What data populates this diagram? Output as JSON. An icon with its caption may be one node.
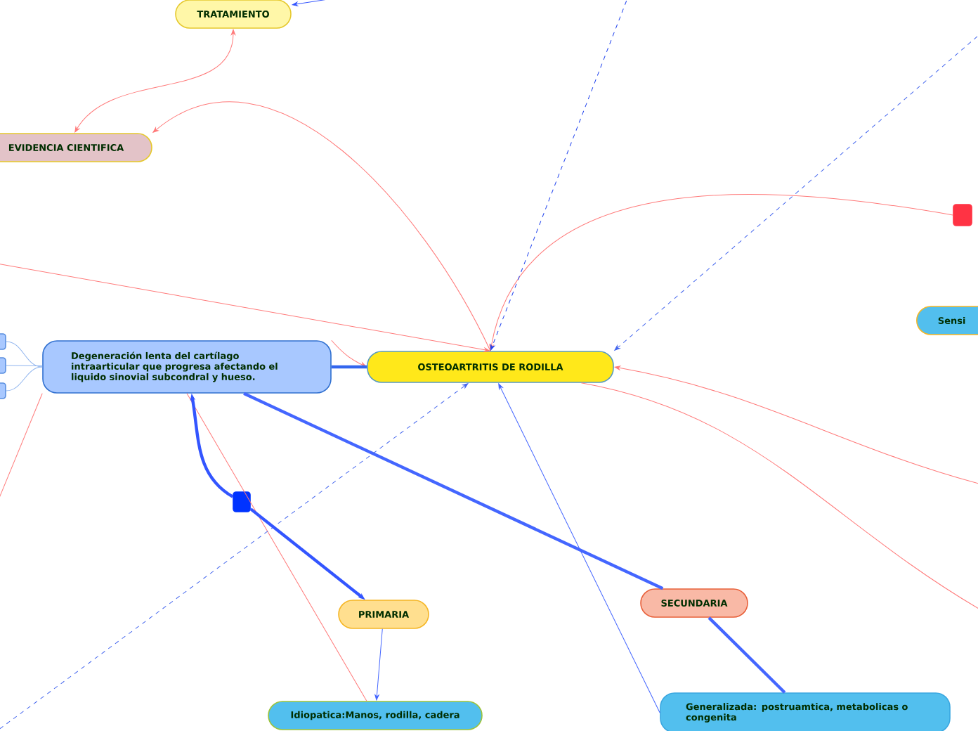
{
  "diagram": {
    "nodes": [
      {
        "text": [
          "OSTEOARTRITIS DE RODILLA"
        ]
      },
      {
        "text": [
          "TRATAMIENTO"
        ]
      },
      {
        "text": [
          "EVIDENCIA CIENTIFICA"
        ]
      },
      {
        "text": [
          "Degeneración lenta del cartílago intraarticular que progresa afectando el liquido sinovial subcondral y hueso."
        ]
      },
      {
        "text": [
          "PRIMARIA"
        ]
      },
      {
        "text": [
          "SECUNDARIA"
        ]
      },
      {
        "text": [
          "Idiopatica:Manos, rodilla, cadera"
        ]
      },
      {
        "text": [
          "Generalizada: postruamtica, metabolicas o congenita"
        ]
      },
      {
        "text": [
          "Sensi"
        ]
      },
      {
        "text": [],
        "shape": "box"
      },
      {
        "text": [],
        "shape": "box"
      },
      {
        "text": [],
        "shape": "box"
      },
      {
        "text": [],
        "shape": "box"
      },
      {
        "text": [],
        "shape": "box"
      }
    ],
    "edges": [
      {
        "from": null,
        "to": 1,
        "arrow": "to",
        "color": "#3355ff"
      },
      {
        "from": 1,
        "to": 2,
        "arrow": "both",
        "color": "#ff7a7a"
      },
      {
        "from": 0,
        "to": 2,
        "arrow": "to",
        "color": "#ff7a7a"
      },
      {
        "from": null,
        "to": 0,
        "arrow": "to",
        "color": "#ff7a7a"
      },
      {
        "from": 13,
        "to": 0,
        "arrow": "to",
        "color": "#ff7a7a"
      },
      {
        "from": null,
        "to": 0,
        "arrow": "to",
        "style": "dashed",
        "color": "#2244ee"
      },
      {
        "from": null,
        "to": 0,
        "arrow": "to",
        "style": "dashed",
        "color": "#4466ee"
      },
      {
        "from": null,
        "to": 0,
        "arrow": "to",
        "color": "#ff7a7a"
      },
      {
        "from": 0,
        "to": null,
        "arrow": "none",
        "color": "#ff7a7a"
      },
      {
        "from": 3,
        "to": 0,
        "arrow": "to",
        "color": "#ff7a7a"
      },
      {
        "from": 3,
        "to": 0,
        "arrow": "none",
        "style": "thick",
        "color": "#3366ee"
      },
      {
        "from": 3,
        "to": null,
        "arrow": "none",
        "color": "#ff7a7a"
      },
      {
        "from": 3,
        "to": 6,
        "arrow": "none",
        "color": "#ff7a7a"
      },
      {
        "from": 3,
        "to": 5,
        "arrow": "none",
        "style": "thick",
        "color": "#4466ff"
      },
      {
        "from": null,
        "to": 0,
        "arrow": "to",
        "style": "dashed",
        "color": "#4466ee"
      },
      {
        "from": 7,
        "to": 0,
        "arrow": "to",
        "color": "#4466ff"
      },
      {
        "from": 5,
        "to": 7,
        "arrow": "none",
        "style": "thick",
        "color": "#4466ff"
      },
      {
        "from": 4,
        "to": 6,
        "arrow": "to",
        "color": "#4466ff"
      },
      {
        "from": 12,
        "to": 3,
        "arrow": "to",
        "style": "thick",
        "color": "#3355ff"
      },
      {
        "from": 12,
        "to": 4,
        "arrow": "to",
        "style": "thick",
        "color": "#3355ff"
      },
      {
        "from": 9,
        "to": 3,
        "arrow": "none",
        "color": "#8fb4ee"
      },
      {
        "from": 10,
        "to": 3,
        "arrow": "none",
        "color": "#8fb4ee"
      },
      {
        "from": 11,
        "to": 3,
        "arrow": "none",
        "color": "#8fb4ee"
      }
    ]
  }
}
